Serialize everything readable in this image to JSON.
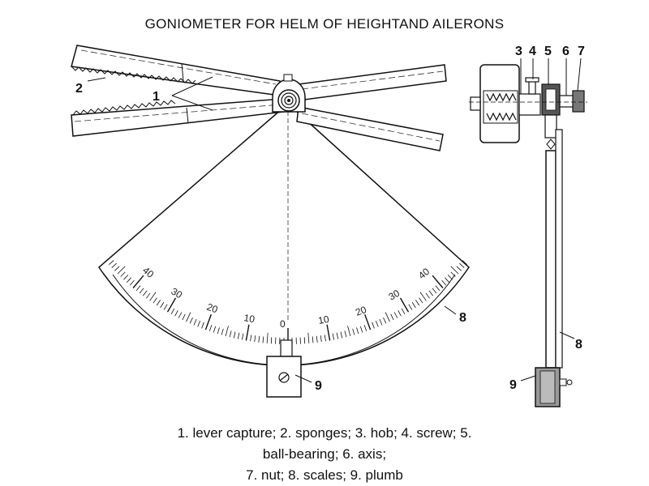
{
  "title": "GONIOMETER FOR HELM OF HEIGHTAND AILERONS",
  "callouts": {
    "c1": "1",
    "c2": "2",
    "c3": "3",
    "c4": "4",
    "c5": "5",
    "c6": "6",
    "c7": "7",
    "c8_main": "8",
    "c8_side": "8",
    "c9_main": "9",
    "c9_side": "9"
  },
  "scale_labels": [
    "40",
    "30",
    "20",
    "10",
    "0",
    "10",
    "20",
    "30",
    "40"
  ],
  "caption": {
    "line1": "1. lever capture; 2. sponges; 3. hob; 4. screw; 5.",
    "line2": "ball-bearing; 6. axis;",
    "line3": "7. nut; 8. scales; 9. plumb"
  }
}
